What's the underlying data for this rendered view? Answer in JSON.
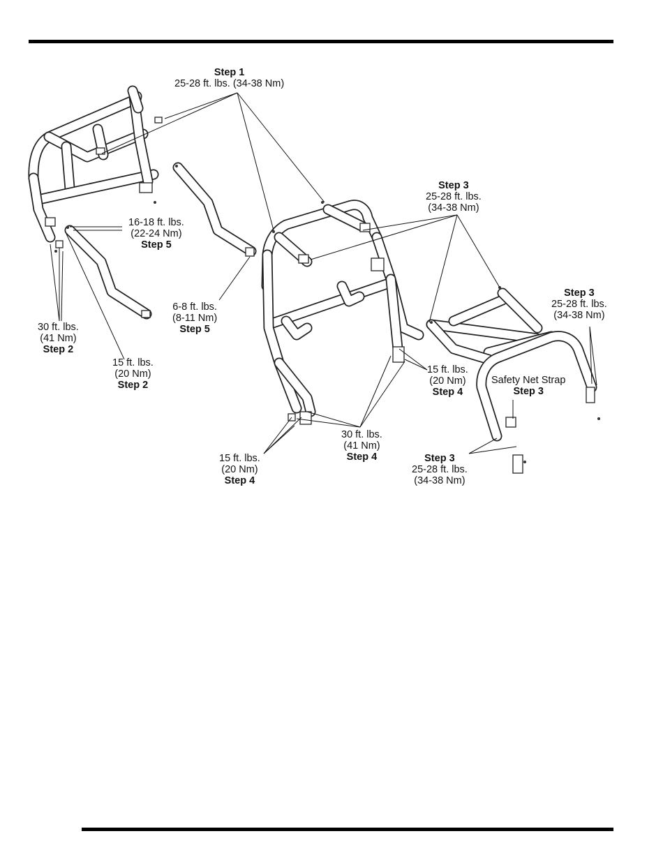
{
  "callouts": {
    "step1": {
      "step": "Step 1",
      "l1": "25-28 ft. lbs. (34-38 Nm)"
    },
    "step3_top": {
      "step": "Step 3",
      "l1": "25-28 ft. lbs.",
      "l2": "(34-38 Nm)"
    },
    "step3_right": {
      "step": "Step 3",
      "l1": "25-28 ft. lbs.",
      "l2": "(34-38 Nm)"
    },
    "step5_upper": {
      "l1": "16-18 ft. lbs.",
      "l2": "(22-24 Nm)",
      "step": "Step 5"
    },
    "step5_lower": {
      "l1": "6-8 ft. lbs.",
      "l2": "(8-11 Nm)",
      "step": "Step 5"
    },
    "step2_a": {
      "l1": "30 ft. lbs.",
      "l2": "(41 Nm)",
      "step": "Step 2"
    },
    "step2_b": {
      "l1": "15 ft. lbs.",
      "l2": "(20 Nm)",
      "step": "Step 2"
    },
    "step4_right": {
      "l1": "15 ft. lbs.",
      "l2": "(20 Nm)",
      "step": "Step 4"
    },
    "step4_mid": {
      "l1": "30 ft. lbs.",
      "l2": "(41 Nm)",
      "step": "Step 4"
    },
    "step4_left": {
      "l1": "15 ft. lbs.",
      "l2": "(20 Nm)",
      "step": "Step 4"
    },
    "safety_net": {
      "l1": "Safety Net Strap",
      "step": "Step 3"
    },
    "step3_bottom": {
      "step": "Step 3",
      "l1": "25-28 ft. lbs.",
      "l2": "(34-38 Nm)"
    }
  }
}
